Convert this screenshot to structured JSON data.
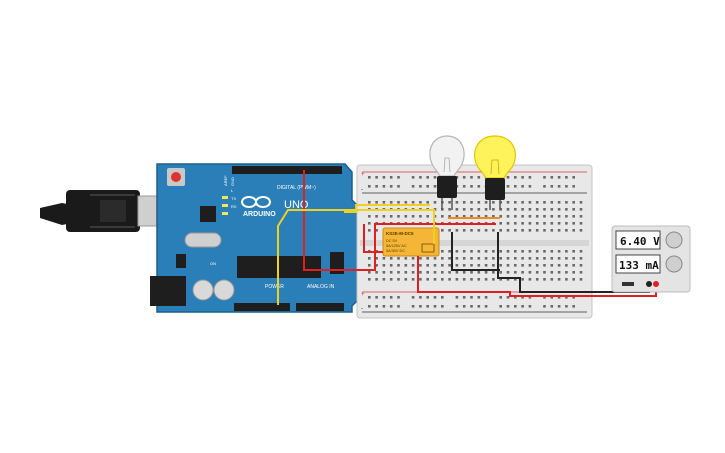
{
  "arduino": {
    "brand": "ARDUINO",
    "model": "UNO",
    "digital_label": "DIGITAL (PWM~)",
    "power_label": "POWER",
    "analog_label": "ANALOG IN",
    "aref": "AREF",
    "gnd": "GND",
    "tx": "TX",
    "rx": "RX",
    "pin_l": "L",
    "on_label": "ON"
  },
  "relay": {
    "model": "KS2E-M-DC5",
    "line1": "DC 5V",
    "line2": "5A/125V AC",
    "line3": "3A/30V DC"
  },
  "multimeter": {
    "voltage": "6.40 V",
    "current": "133 mA"
  },
  "breadboard": {
    "plus": "+",
    "minus": "-"
  },
  "colors": {
    "arduino_board": "#2a7fb8",
    "breadboard": "#e8e8e8",
    "relay": "#f5b537",
    "wire_red": "#e02020",
    "wire_yellow": "#f0d020",
    "wire_black": "#222222",
    "bulb_on": "#fff35c",
    "multimeter": "#e4e4e4"
  }
}
